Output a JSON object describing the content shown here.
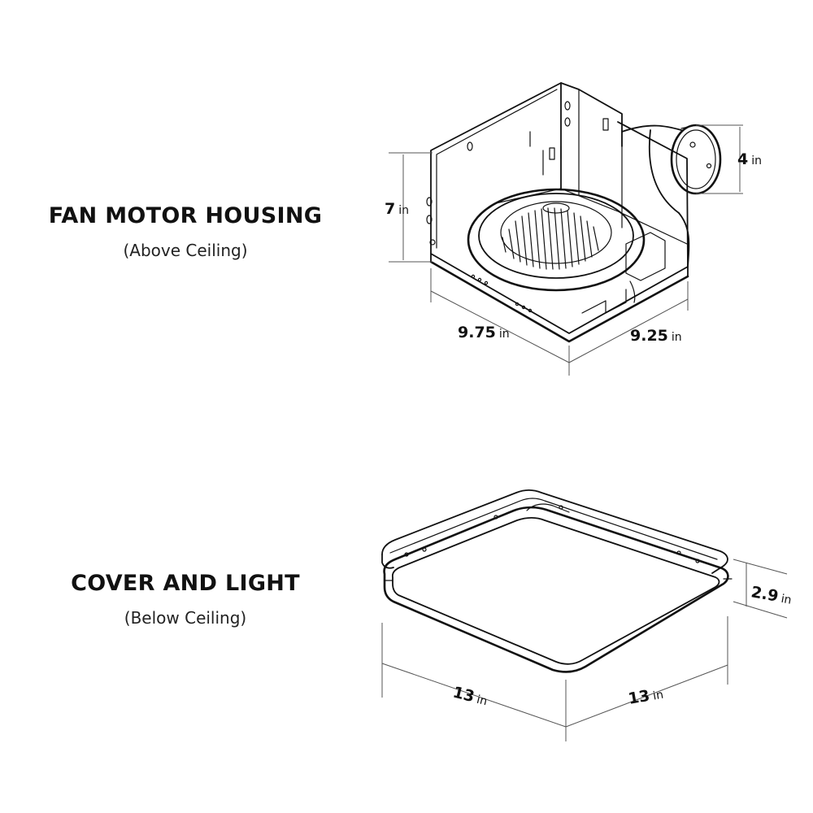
{
  "sections": {
    "fan": {
      "title": "FAN MOTOR HOUSING",
      "subtitle": "(Above Ceiling)",
      "dims": {
        "height": {
          "value": "7",
          "unit": "in"
        },
        "duct": {
          "value": "4",
          "unit": "in"
        },
        "length": {
          "value": "9.75",
          "unit": "in"
        },
        "width": {
          "value": "9.25",
          "unit": "in"
        }
      }
    },
    "cover": {
      "title": "COVER AND LIGHT",
      "subtitle": "(Below Ceiling)",
      "dims": {
        "depth": {
          "value": "2.9",
          "unit": "in"
        },
        "length": {
          "value": "13",
          "unit": "in"
        },
        "width": {
          "value": "13",
          "unit": "in"
        }
      }
    }
  }
}
